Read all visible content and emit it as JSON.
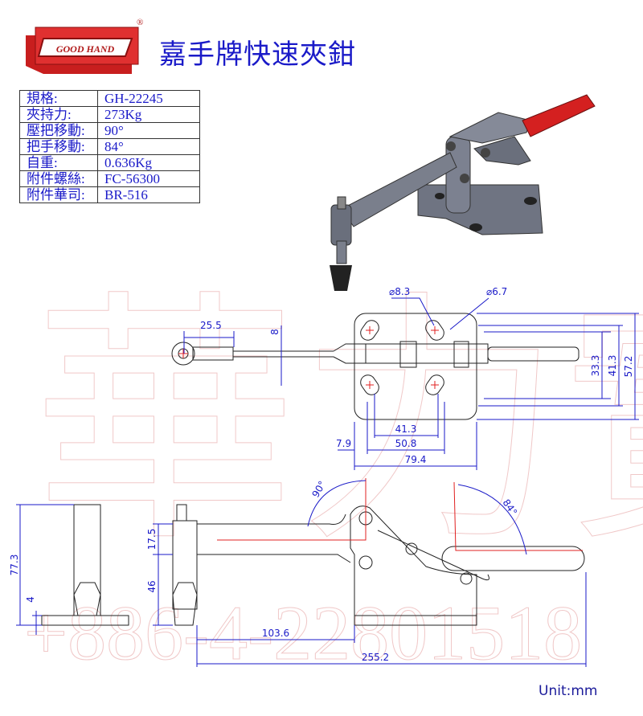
{
  "header": {
    "logo_text": "GOOD HAND",
    "registered_mark": "®",
    "title": "嘉手牌快速夾鉗"
  },
  "specs": [
    {
      "label": "規格:",
      "value": "GH-22245"
    },
    {
      "label": "夾持力:",
      "value": "273Kg"
    },
    {
      "label": "壓把移動:",
      "value": "90°"
    },
    {
      "label": "把手移動:",
      "value": "84°"
    },
    {
      "label": "自重:",
      "value": "0.636Kg"
    },
    {
      "label": "附件螺絲:",
      "value": "FC-56300"
    },
    {
      "label": "附件華司:",
      "value": "BR-516"
    }
  ],
  "watermark": {
    "characters": "華力實",
    "phone": "+886-4-22801518"
  },
  "top_view": {
    "dims": {
      "hole_large": "⌀8.3",
      "hole_small": "⌀6.7",
      "eye_offset": "25.5",
      "rod_width": "8",
      "h1": "33.3",
      "h2": "41.3",
      "h3": "57.2",
      "w1": "41.3",
      "w2": "50.8",
      "edge": "7.9",
      "w3": "79.4"
    }
  },
  "side_view": {
    "dims": {
      "total_height": "77.3",
      "base_thickness": "4",
      "arm_height": "17.5",
      "spindle_height": "46",
      "reach": "103.6",
      "total_length": "255.2",
      "arm_angle": "90°",
      "handle_angle": "84°"
    }
  },
  "footer": {
    "unit": "Unit:mm"
  },
  "colors": {
    "dimension": "#1a1ac8",
    "centerline": "#e02020",
    "handle": "#d42020",
    "outline": "#222222"
  }
}
